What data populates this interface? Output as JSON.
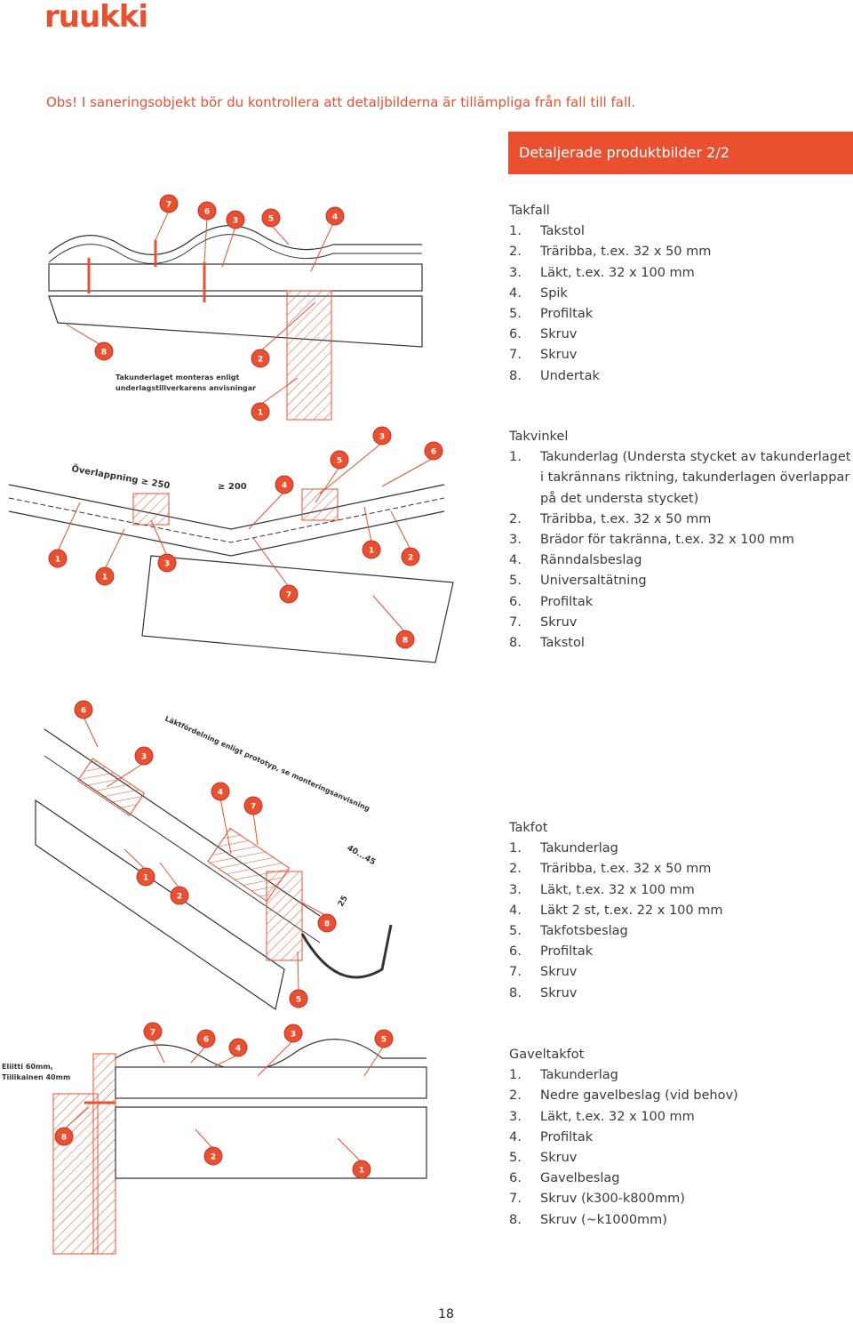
{
  "header": {
    "logo_text": "ruukki",
    "notice": "Obs! I saneringsobjekt bör du kontrollera att detaljbilderna är tillämpliga från fall till fall.",
    "banner": "Detaljerade produktbilder 2/2"
  },
  "colors": {
    "brand": "#e8502f",
    "text": "#3a3a3a"
  },
  "sections": [
    {
      "title": "Takfall",
      "items": [
        {
          "n": "1.",
          "t": "Takstol"
        },
        {
          "n": "2.",
          "t": "Träribba, t.ex. 32 x 50 mm"
        },
        {
          "n": "3.",
          "t": "Läkt, t.ex. 32 x 100 mm"
        },
        {
          "n": "4.",
          "t": "Spik"
        },
        {
          "n": "5.",
          "t": "Profiltak"
        },
        {
          "n": "6.",
          "t": "Skruv"
        },
        {
          "n": "7.",
          "t": "Skruv"
        },
        {
          "n": "8.",
          "t": "Undertak"
        }
      ]
    },
    {
      "title": "Takvinkel",
      "items": [
        {
          "n": "1.",
          "t": "Takunderlag (Understa stycket av takunderlaget i takrännans riktning, takunderlagen överlappar på det understa stycket)"
        },
        {
          "n": "2.",
          "t": "Träribba, t.ex. 32 x 50 mm"
        },
        {
          "n": "3.",
          "t": "Brädor för takränna, t.ex. 32 x 100 mm"
        },
        {
          "n": "4.",
          "t": "Ränndalsbeslag"
        },
        {
          "n": "5.",
          "t": "Universaltätning"
        },
        {
          "n": "6.",
          "t": "Profiltak"
        },
        {
          "n": "7.",
          "t": "Skruv"
        },
        {
          "n": "8.",
          "t": "Takstol"
        }
      ]
    },
    {
      "title": "Takfot",
      "items": [
        {
          "n": "1.",
          "t": "Takunderlag"
        },
        {
          "n": "2.",
          "t": "Träribba, t.ex. 32 x 50 mm"
        },
        {
          "n": "3.",
          "t": "Läkt, t.ex. 32 x 100 mm"
        },
        {
          "n": "4.",
          "t": "Läkt 2 st, t.ex. 22 x 100 mm"
        },
        {
          "n": "5.",
          "t": "Takfotsbeslag"
        },
        {
          "n": "6.",
          "t": "Profiltak"
        },
        {
          "n": "7.",
          "t": "Skruv"
        },
        {
          "n": "8.",
          "t": "Skruv"
        }
      ]
    },
    {
      "title": "Gaveltakfot",
      "items": [
        {
          "n": "1.",
          "t": "Takunderlag"
        },
        {
          "n": "2.",
          "t": "Nedre gavelbeslag (vid behov)"
        },
        {
          "n": "3.",
          "t": "Läkt, t.ex. 32 x 100 mm"
        },
        {
          "n": "4.",
          "t": "Profiltak"
        },
        {
          "n": "5.",
          "t": "Skruv"
        },
        {
          "n": "6.",
          "t": "Gavelbeslag"
        },
        {
          "n": "7.",
          "t": "Skruv (k300-k800mm)"
        },
        {
          "n": "8.",
          "t": "Skruv (~k1000mm)"
        }
      ]
    }
  ],
  "figures": {
    "takfall": {
      "note_line1": "Takunderlaget monteras enligt",
      "note_line2": "underlagstillverkarens anvisningar",
      "leaders": [
        "7",
        "6",
        "3",
        "5",
        "4",
        "8",
        "2",
        "1"
      ]
    },
    "takvinkel": {
      "overlap": "Överlappning ≥ 250",
      "min200": "≥ 200",
      "leaders": [
        "3",
        "6",
        "5",
        "4",
        "1",
        "3",
        "1",
        "1",
        "2",
        "7",
        "8"
      ]
    },
    "takfot": {
      "spacing_note": "Läktfördelning enligt prototyp, se monteringsanvisning",
      "dim1": "40...45",
      "dim2": "25",
      "leaders": [
        "6",
        "3",
        "4",
        "7",
        "1",
        "2",
        "8",
        "5"
      ]
    },
    "gaveltakfot": {
      "note_line1": "Eliitti 60mm,",
      "note_line2": "Tiilikainen 40mm",
      "leaders": [
        "7",
        "6",
        "4",
        "3",
        "5",
        "8",
        "2",
        "1"
      ]
    }
  },
  "page_number": "18"
}
